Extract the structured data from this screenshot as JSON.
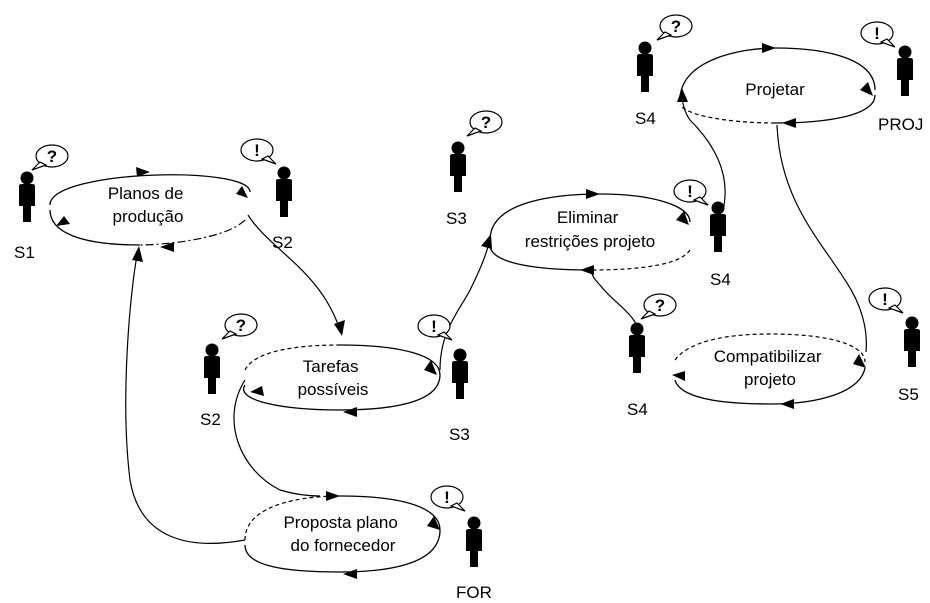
{
  "loops": {
    "planos": [
      "Planos de",
      "produção"
    ],
    "tarefas": [
      "Tarefas",
      "possíveis"
    ],
    "proposta": [
      "Proposta plano",
      "do fornecedor"
    ],
    "eliminar": [
      "Eliminar",
      "restrições projeto"
    ],
    "projetar": [
      "Projetar"
    ],
    "compat": [
      "Compatibilizar",
      "projeto"
    ]
  },
  "actors": {
    "s1": "S1",
    "s2a": "S2",
    "s2b": "S2",
    "s3a": "S3",
    "s3b": "S3",
    "s4a": "S4",
    "s4b": "S4",
    "s4c": "S4",
    "proj": "PROJ",
    "s5": "S5",
    "for": "FOR"
  },
  "symbols": {
    "question": "?",
    "exclamation": "!"
  }
}
